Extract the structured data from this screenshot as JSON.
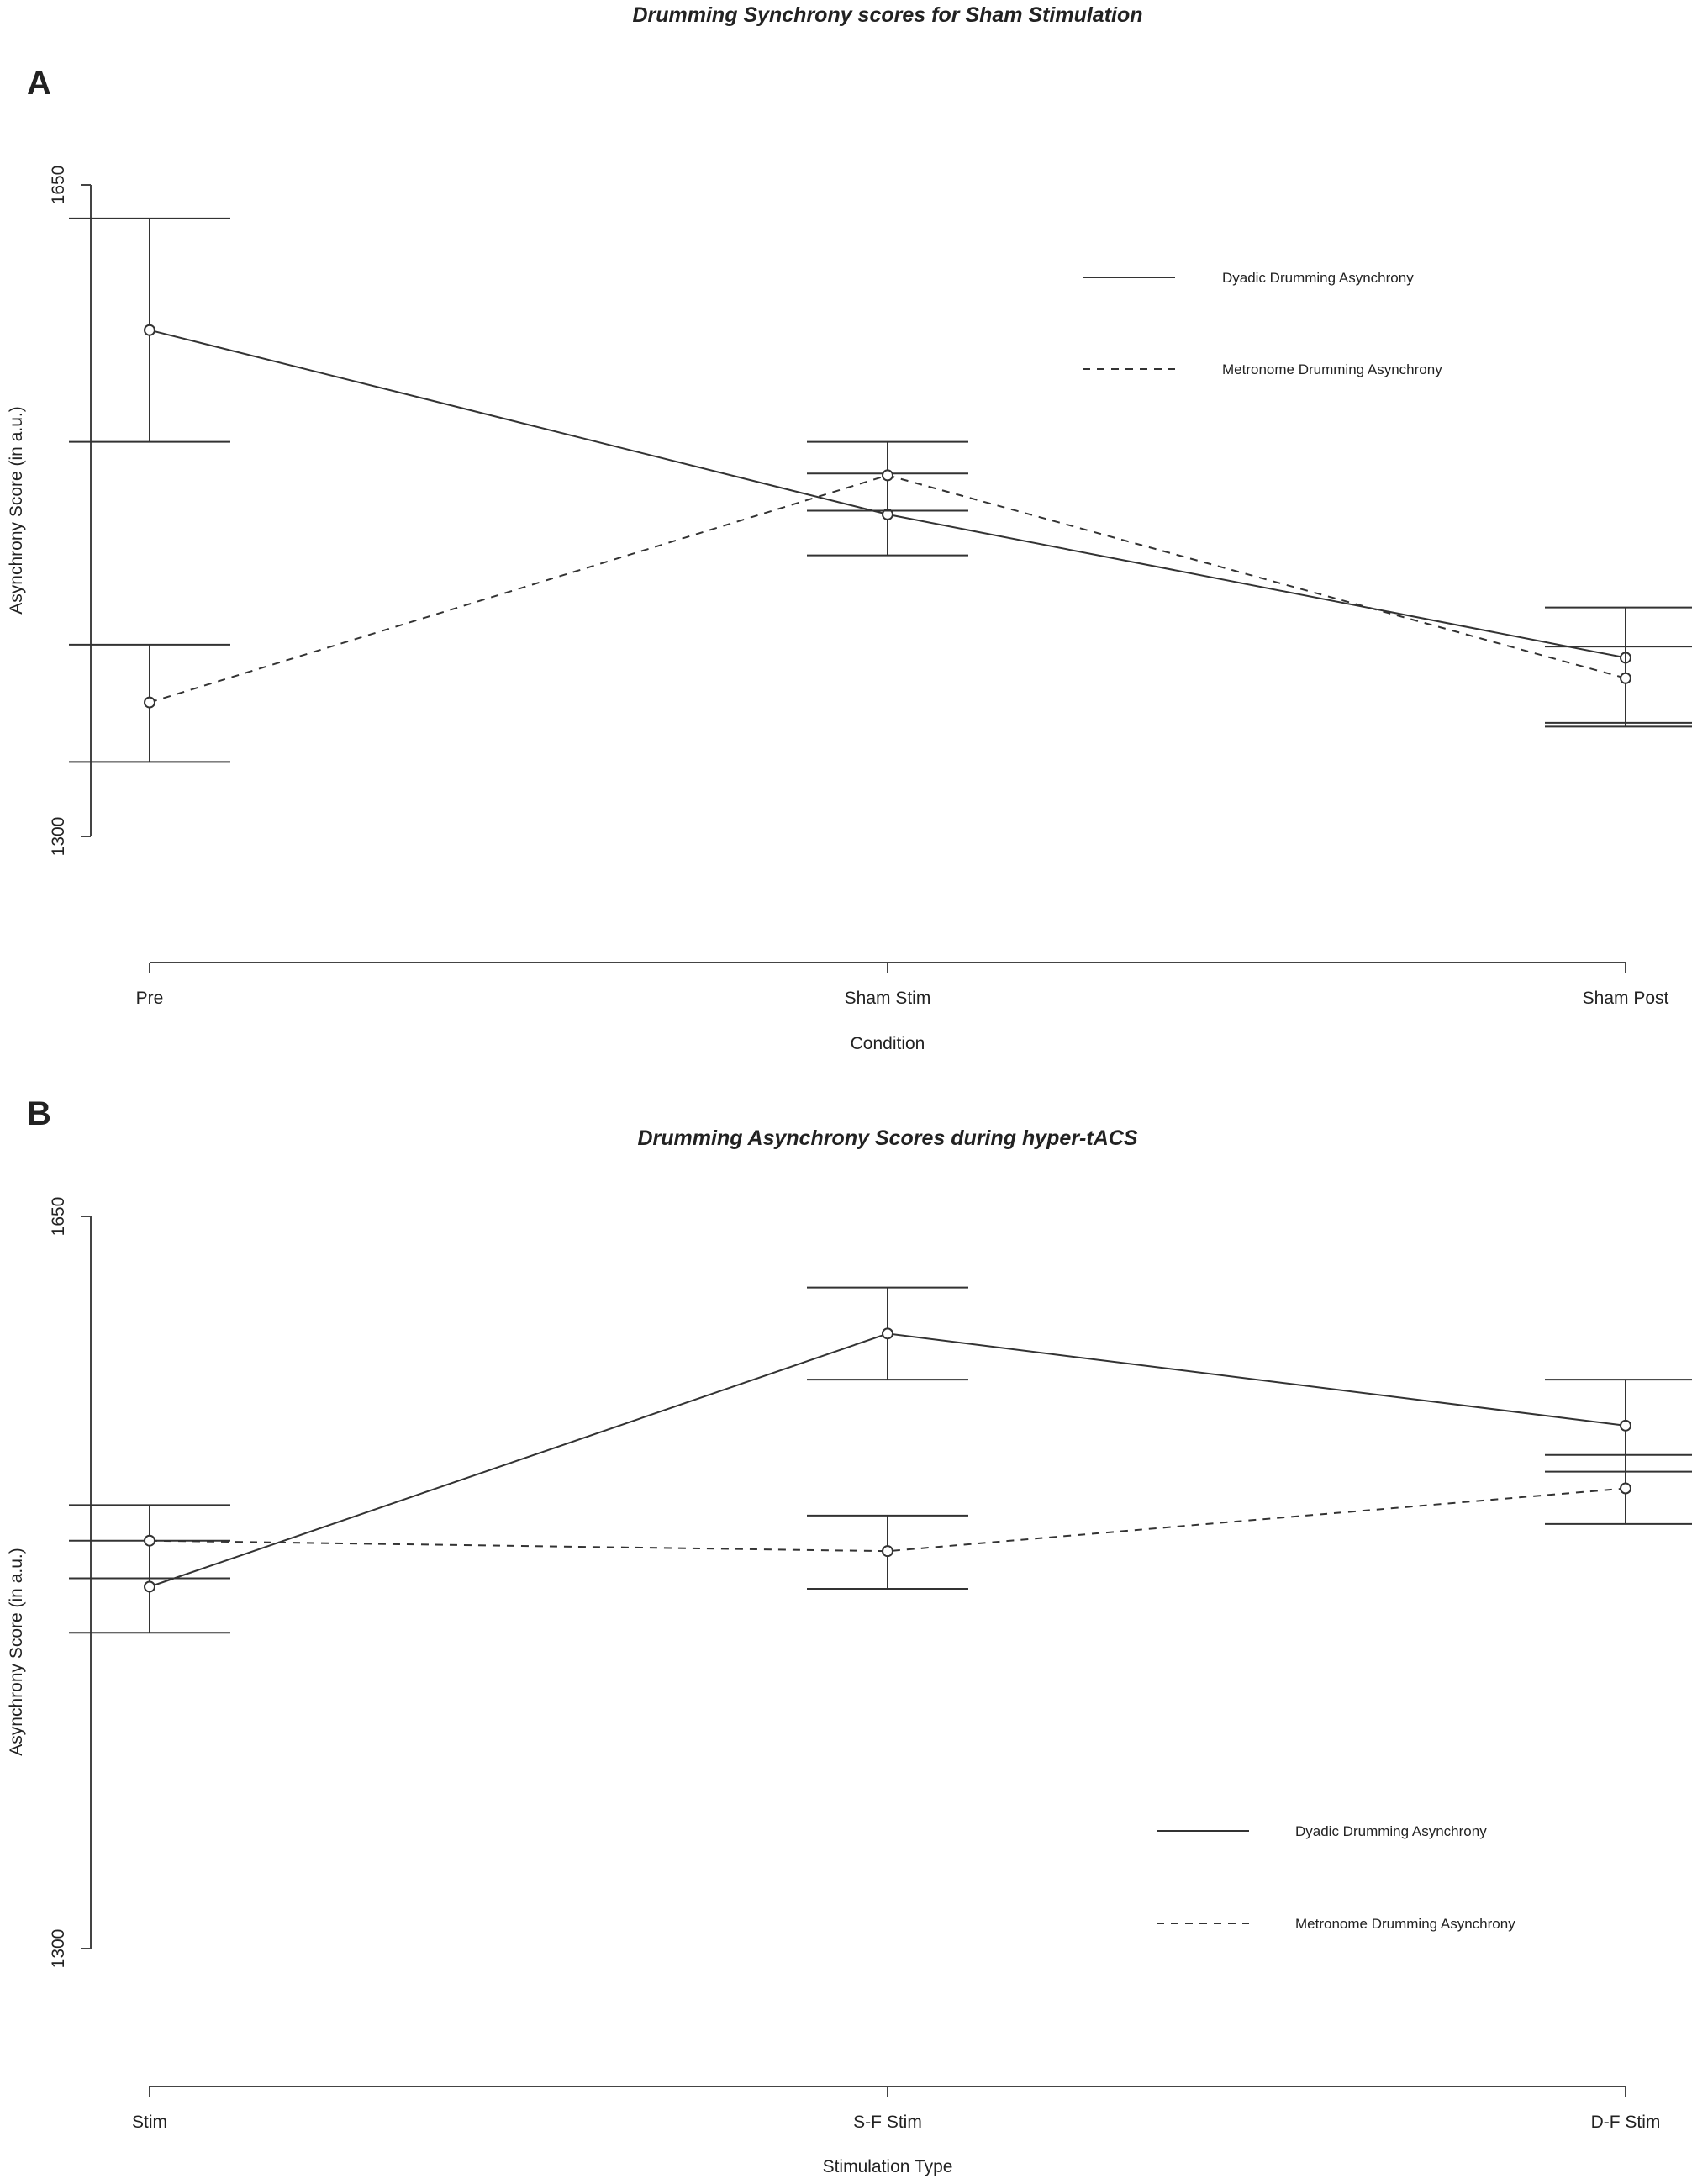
{
  "chart_data": [
    {
      "type": "line",
      "panel_label": "A",
      "title": "Drumming Synchrony scores for Sham Stimulation",
      "xlabel": "Condition",
      "ylabel": "Asynchrony Score (in a.u.)",
      "ylim": [
        1300,
        1650
      ],
      "yticks": [
        "1300",
        "1650"
      ],
      "categories": [
        "Pre",
        "Sham Stim",
        "Sham Post"
      ],
      "legend_position": "top-right",
      "grid": false,
      "series": [
        {
          "name": "Dyadic Drumming Asynchrony",
          "style": "solid",
          "values": [
            1572,
            1473,
            1396
          ],
          "error_low": [
            1512,
            1451,
            1361
          ],
          "error_high": [
            1632,
            1495,
            1423
          ]
        },
        {
          "name": "Metronome Drumming Asynchrony",
          "style": "dashed",
          "values": [
            1372,
            1494,
            1385
          ],
          "error_low": [
            1340,
            1475,
            1359
          ],
          "error_high": [
            1403,
            1512,
            1402
          ]
        }
      ]
    },
    {
      "type": "line",
      "panel_label": "B",
      "title": "Drumming Asynchrony Scores during hyper-tACS",
      "xlabel": "Stimulation Type",
      "ylabel": "Asynchrony Score (in a.u.)",
      "ylim": [
        1300,
        1650
      ],
      "yticks": [
        "1300",
        "1650"
      ],
      "categories": [
        "Stim",
        "S-F Stim",
        "D-F Stim"
      ],
      "legend_position": "bottom-right",
      "grid": false,
      "series": [
        {
          "name": "Dyadic Drumming Asynchrony",
          "style": "solid",
          "values": [
            1473,
            1594,
            1550
          ],
          "error_low": [
            1451,
            1572,
            1528
          ],
          "error_high": [
            1495,
            1616,
            1572
          ]
        },
        {
          "name": "Metronome Drumming Asynchrony",
          "style": "dashed",
          "values": [
            1495,
            1490,
            1520
          ],
          "error_low": [
            1477,
            1472,
            1503
          ],
          "error_high": [
            1512,
            1507,
            1536
          ]
        }
      ]
    }
  ]
}
